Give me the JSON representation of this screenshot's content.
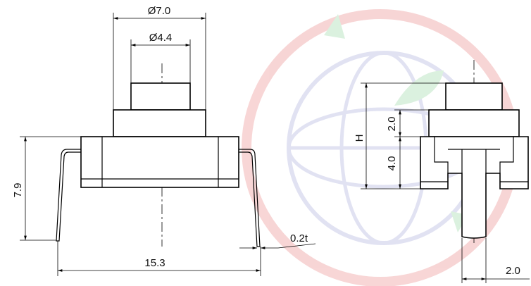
{
  "front_view": {
    "dim_outer_diameter": "Ø7.0",
    "dim_inner_diameter": "Ø4.4",
    "dim_height": "7.9",
    "dim_width": "15.3",
    "dim_thickness": "0.2t"
  },
  "side_view": {
    "dim_total_height": "H",
    "dim_step": "2.0",
    "dim_base": "4.0",
    "dim_pin": "2.0"
  },
  "watermark": {
    "ring_color": "#f2b4b4",
    "globe_color": "#c9cbe8",
    "leaf_color": "#bfe6c6"
  }
}
